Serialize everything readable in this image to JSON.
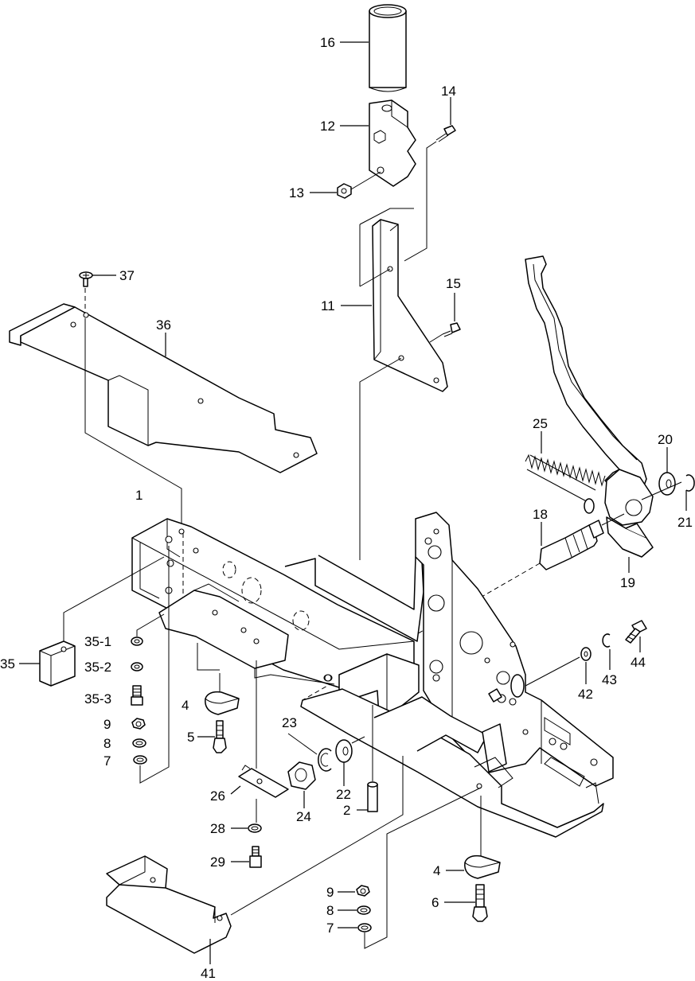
{
  "callouts": [
    {
      "id": "c16",
      "text": "16"
    },
    {
      "id": "c14",
      "text": "14"
    },
    {
      "id": "c12",
      "text": "12"
    },
    {
      "id": "c13",
      "text": "13"
    },
    {
      "id": "c37",
      "text": "37"
    },
    {
      "id": "c15",
      "text": "15"
    },
    {
      "id": "c36",
      "text": "36"
    },
    {
      "id": "c11",
      "text": "11"
    },
    {
      "id": "c25",
      "text": "25"
    },
    {
      "id": "c20",
      "text": "20"
    },
    {
      "id": "c21",
      "text": "21"
    },
    {
      "id": "c1",
      "text": "1"
    },
    {
      "id": "c18",
      "text": "18"
    },
    {
      "id": "c19",
      "text": "19"
    },
    {
      "id": "c35-1",
      "text": "35-1"
    },
    {
      "id": "c35",
      "text": "35"
    },
    {
      "id": "c35-2",
      "text": "35-2"
    },
    {
      "id": "c35-3",
      "text": "35-3"
    },
    {
      "id": "c44",
      "text": "44"
    },
    {
      "id": "c42",
      "text": "42"
    },
    {
      "id": "c43",
      "text": "43"
    },
    {
      "id": "c4a",
      "text": "4"
    },
    {
      "id": "c9a",
      "text": "9"
    },
    {
      "id": "c5",
      "text": "5"
    },
    {
      "id": "c8a",
      "text": "8"
    },
    {
      "id": "c23",
      "text": "23"
    },
    {
      "id": "c7a",
      "text": "7"
    },
    {
      "id": "c26",
      "text": "26"
    },
    {
      "id": "c22",
      "text": "22"
    },
    {
      "id": "c24",
      "text": "24"
    },
    {
      "id": "c2",
      "text": "2"
    },
    {
      "id": "c28",
      "text": "28"
    },
    {
      "id": "c29",
      "text": "29"
    },
    {
      "id": "c4b",
      "text": "4"
    },
    {
      "id": "c9b",
      "text": "9"
    },
    {
      "id": "c6",
      "text": "6"
    },
    {
      "id": "c8b",
      "text": "8"
    },
    {
      "id": "c7b",
      "text": "7"
    },
    {
      "id": "c41",
      "text": "41"
    }
  ]
}
